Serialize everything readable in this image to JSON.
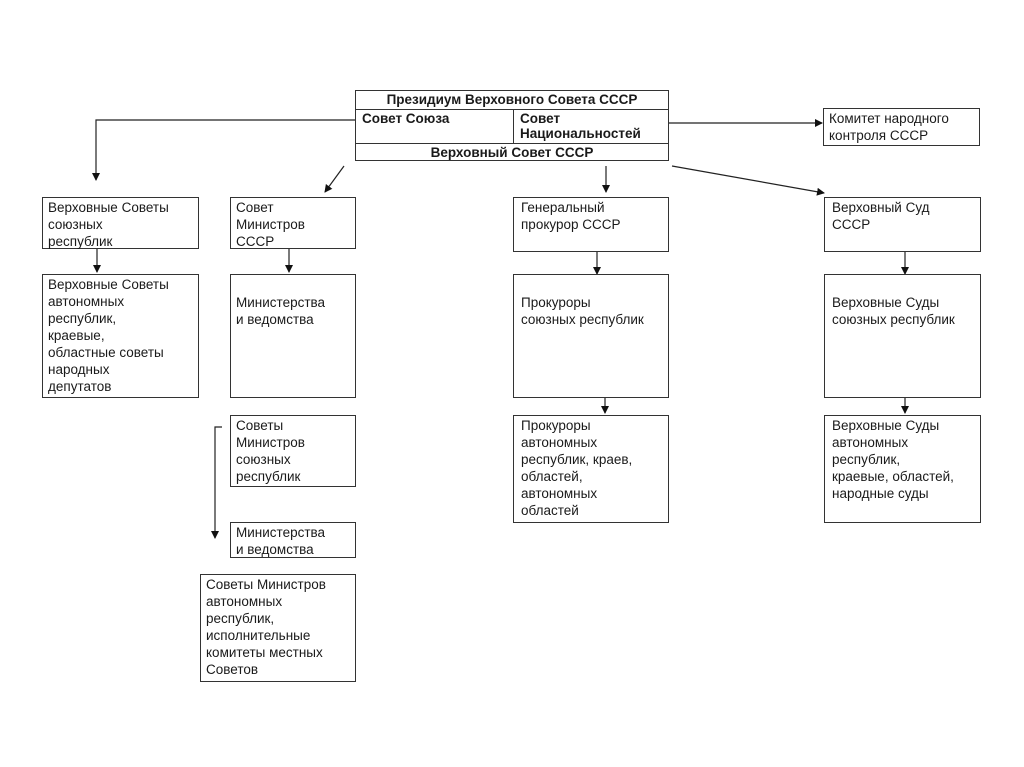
{
  "center": {
    "title": "Президиум Верховного Совета СССР",
    "chamber_union": "Совет Союза",
    "chamber_nationalities": "Совет\nНациональностей",
    "bottom": "Верховный Совет СССР"
  },
  "control_committee": "Комитет народного\nконтроля СССР",
  "col_soviets": {
    "top": "Верховные Советы\nсоюзных\nреспублик",
    "second": "Верховные Советы\nавтономных\nреспублик,\nкраевые,\nобластные советы\nнародных\nдепутатов"
  },
  "col_ministers": {
    "top": "Совет\nМинистров\nСССР",
    "second": "Министерства\nи ведомства",
    "third": "Советы\nМинистров\nсоюзных\nреспублик",
    "fourth": "Министерства\nи ведомства",
    "fifth": "Советы Министров\nавтономных\nреспублик,\nисполнительные\nкомитеты местных\nСоветов"
  },
  "col_prosecutors": {
    "top": "Генеральный\nпрокурор СССР",
    "second": "Прокуроры\nсоюзных республик",
    "third": "Прокуроры\nавтономных\nреспублик, краев,\nобластей,\nавтономных\nобластей"
  },
  "col_courts": {
    "top": "Верховный Суд\nСССР",
    "second": "Верховные Суды\nсоюзных республик",
    "third": "Верховные Суды\nавтономных\nреспублик,\nкраевые, областей,\nнародные суды"
  }
}
